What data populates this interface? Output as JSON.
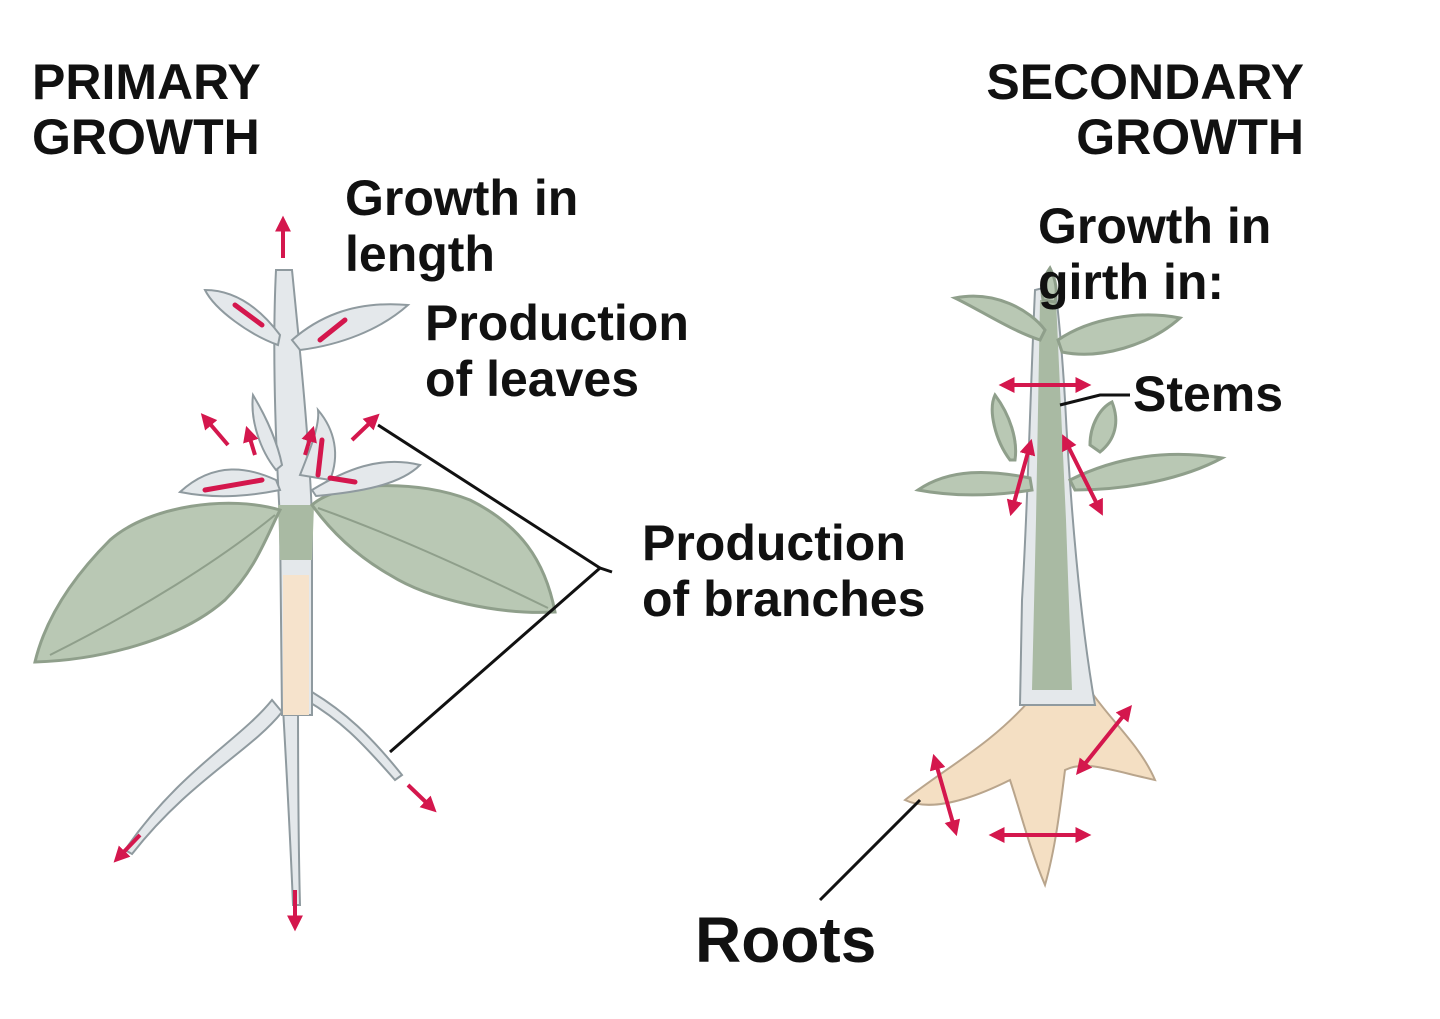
{
  "primary": {
    "title_line1": "PRIMARY",
    "title_line2": "GROWTH",
    "length_line1": "Growth in",
    "length_line2": "length",
    "leaves_line1": "Production",
    "leaves_line2": "of leaves",
    "branches_line1": "Production",
    "branches_line2": "of branches"
  },
  "secondary": {
    "title_line1": "SECONDARY",
    "title_line2": "GROWTH",
    "girth_line1": "Growth in",
    "girth_line2": "girth in:",
    "stems": "Stems",
    "roots": "Roots"
  },
  "colors": {
    "leaf": "#b9c8b4",
    "leaf_dark": "#8f9f8b",
    "pale": "#e4e8eb",
    "stem_green": "#a9baa3",
    "root_tan": "#f4dfc3",
    "arrow": "#d4174d",
    "line": "#111111"
  }
}
